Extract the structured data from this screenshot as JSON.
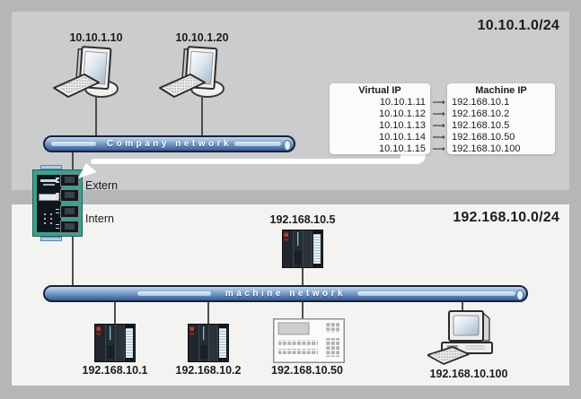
{
  "colors": {
    "frame_gray": "#b5b6b8",
    "panel_top": "#cbcccd",
    "panel_bottom": "#f3f3f2",
    "bus_border": "#17233d",
    "bus_blue": "#6b93c4",
    "router_teal": "#3f9f8c",
    "router_face": "#0f151c",
    "clip_blue": "#a9cdea",
    "wire": "#4d4d4d",
    "text_dark": "#1c1c1c"
  },
  "company_network": {
    "subnet": "10.10.1.0/24",
    "bus_label": "Company network",
    "pc1": {
      "ip": "10.10.1.10"
    },
    "pc2": {
      "ip": "10.10.1.20"
    }
  },
  "machine_network": {
    "subnet": "192.168.10.0/24",
    "bus_label": "machine network",
    "plc_top": {
      "ip": "192.168.10.5"
    },
    "plc1": {
      "ip": "192.168.10.1"
    },
    "plc2": {
      "ip": "192.168.10.2"
    },
    "hmi": {
      "ip": "192.168.10.50"
    },
    "pc": {
      "ip": "192.168.10.100"
    }
  },
  "router": {
    "extern_label": "Extern",
    "intern_label": "Intern"
  },
  "nat_table": {
    "virtual_header": "Virtual IP",
    "machine_header": "Machine IP",
    "arrow": "⟶",
    "rows": [
      {
        "virtual": "10.10.1.11",
        "machine": "192.168.10.1"
      },
      {
        "virtual": "10.10.1.12",
        "machine": "192.168.10.2"
      },
      {
        "virtual": "10.10.1.13",
        "machine": "192.168.10.5"
      },
      {
        "virtual": "10.10.1.14",
        "machine": "192.168.10.50"
      },
      {
        "virtual": "10.10.1.15",
        "machine": "192.168.10.100"
      }
    ]
  }
}
